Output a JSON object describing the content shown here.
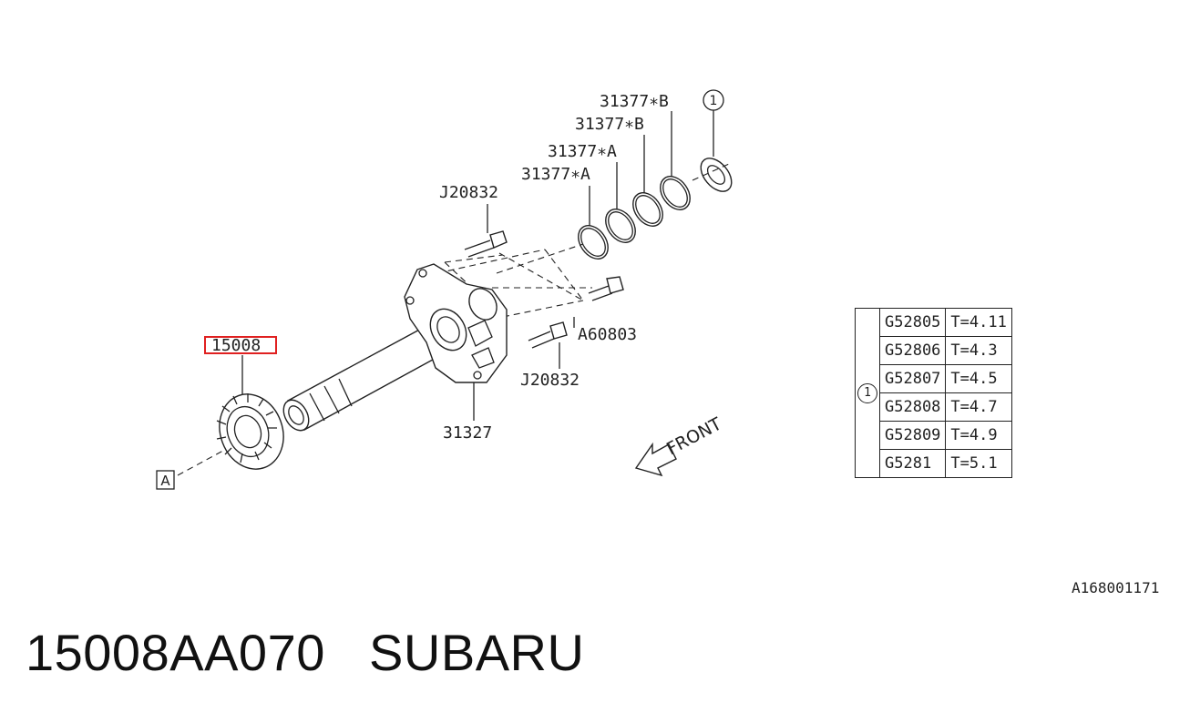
{
  "callouts": {
    "ring_b1": "31377∗B",
    "ring_b2": "31377∗B",
    "ring_a1": "31377∗A",
    "ring_a2": "31377∗A",
    "bolt_top": "J20832",
    "bolt_bottom": "J20832",
    "bolt_right": "A60803",
    "pump_body": "31327",
    "gear": "15008",
    "ref_a": "A",
    "ref_1": "1",
    "front": "FRONT"
  },
  "table": {
    "ref": "1",
    "rows": [
      {
        "part": "G52805",
        "thickness": "T=4.11"
      },
      {
        "part": "G52806",
        "thickness": "T=4.3"
      },
      {
        "part": "G52807",
        "thickness": "T=4.5"
      },
      {
        "part": "G52808",
        "thickness": "T=4.7"
      },
      {
        "part": "G52809",
        "thickness": "T=4.9"
      },
      {
        "part": "G5281",
        "thickness": "T=5.1"
      }
    ]
  },
  "diagram_code": "A168001171",
  "footer": {
    "part_number": "15008AA070",
    "brand": "SUBARU"
  },
  "highlight_color": "#e02020"
}
